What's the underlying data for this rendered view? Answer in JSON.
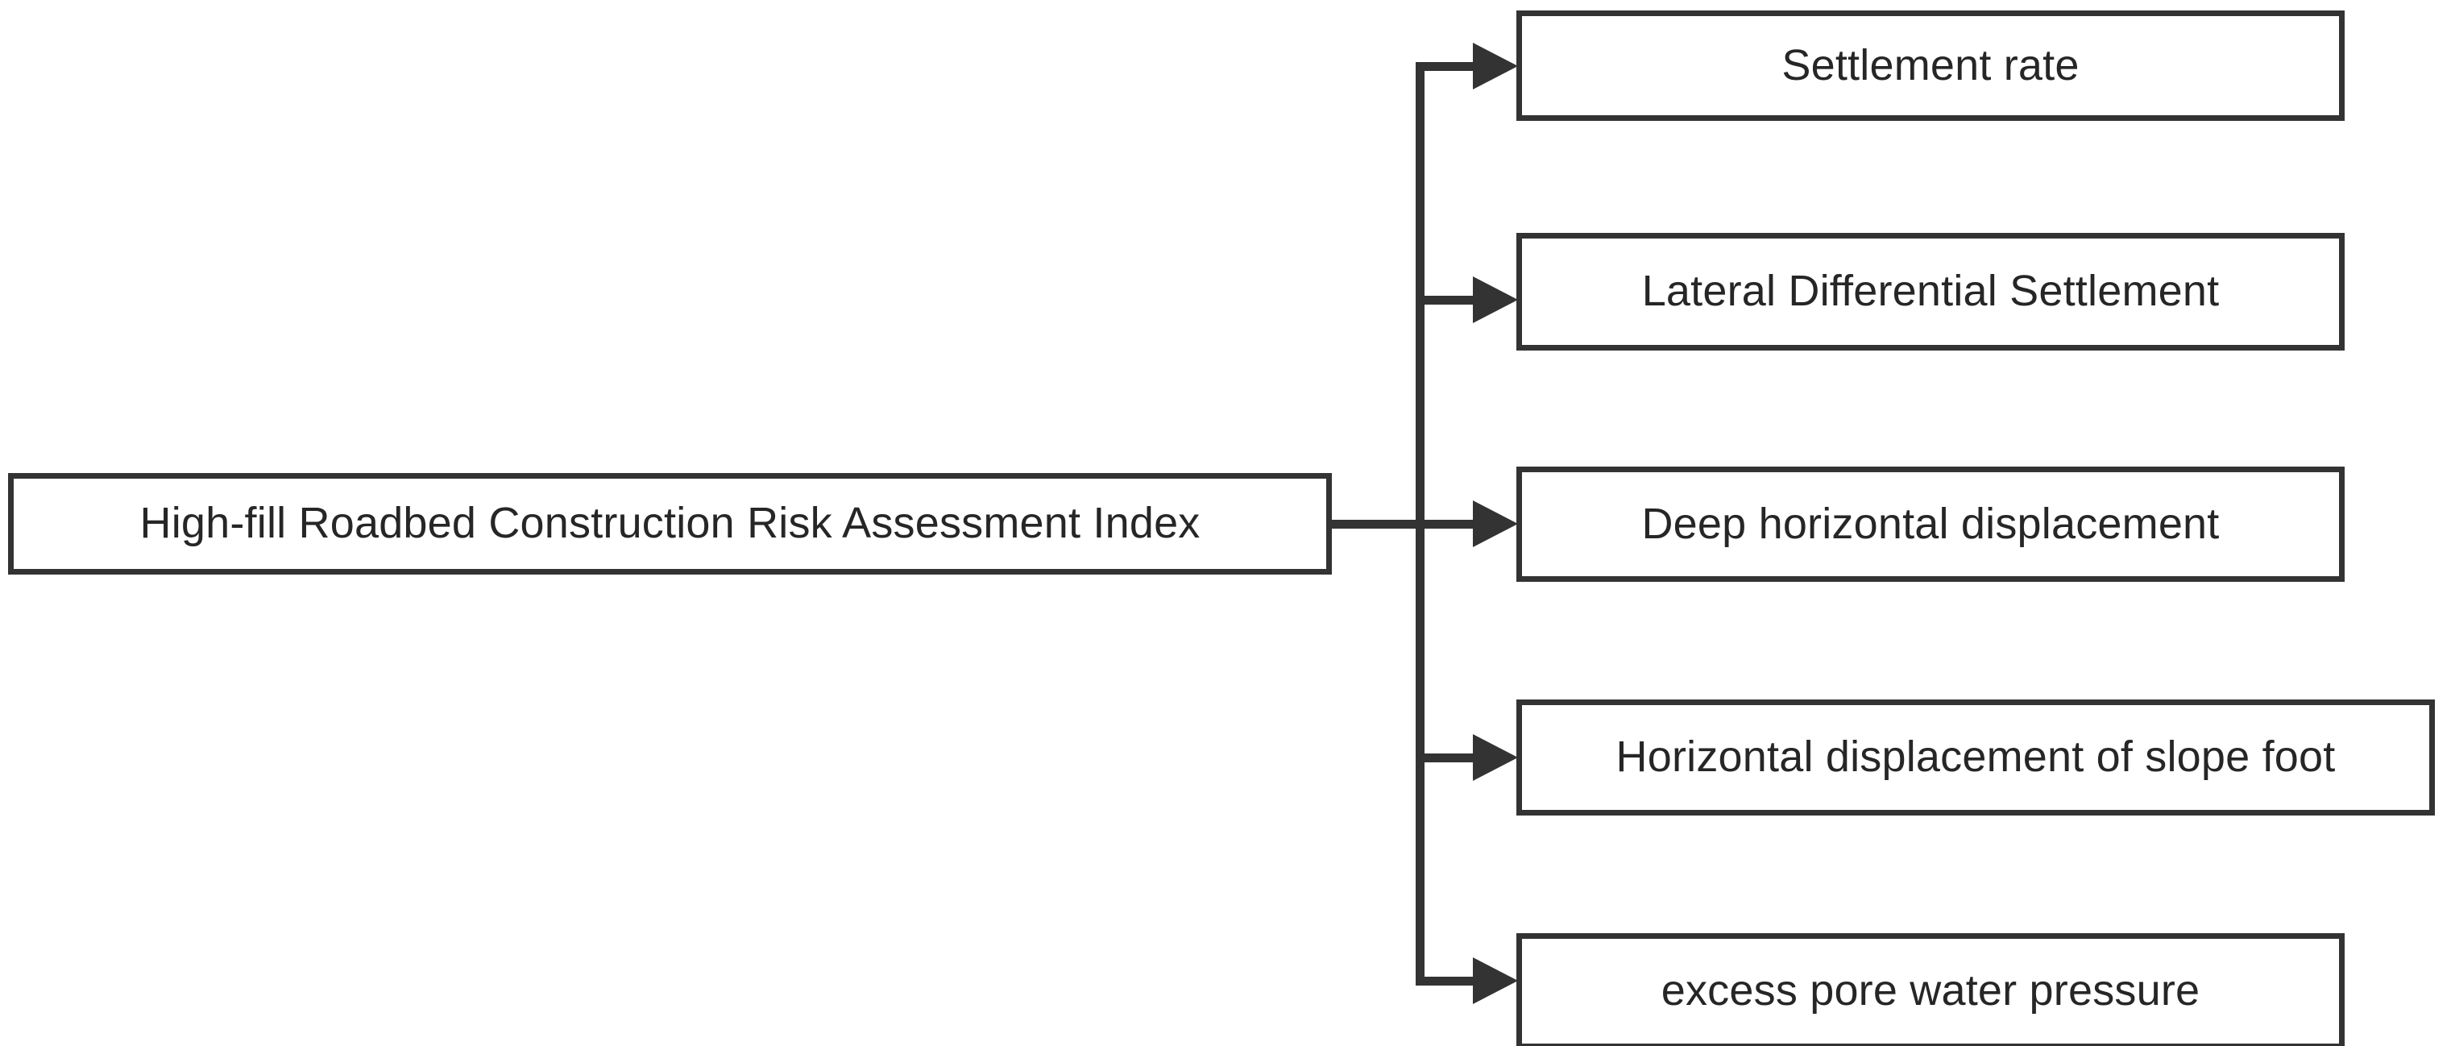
{
  "diagram": {
    "type": "tree",
    "orientation": "left-to-right",
    "root": {
      "label": "High-fill Roadbed Construction Risk Assessment Index"
    },
    "branches": [
      {
        "label": "Settlement rate"
      },
      {
        "label": "Lateral Differential Settlement"
      },
      {
        "label": "Deep horizontal displacement"
      },
      {
        "label": "Horizontal displacement of slope foot"
      },
      {
        "label": "excess pore water pressure"
      }
    ],
    "colors": {
      "box_border": "#333333",
      "box_fill": "#ffffff",
      "text": "#262626",
      "connector": "#333333",
      "background": "#ffffff"
    },
    "connectors": {
      "arrow_style": "solid-filled-triangle",
      "trunk": "vertical-bus"
    }
  }
}
